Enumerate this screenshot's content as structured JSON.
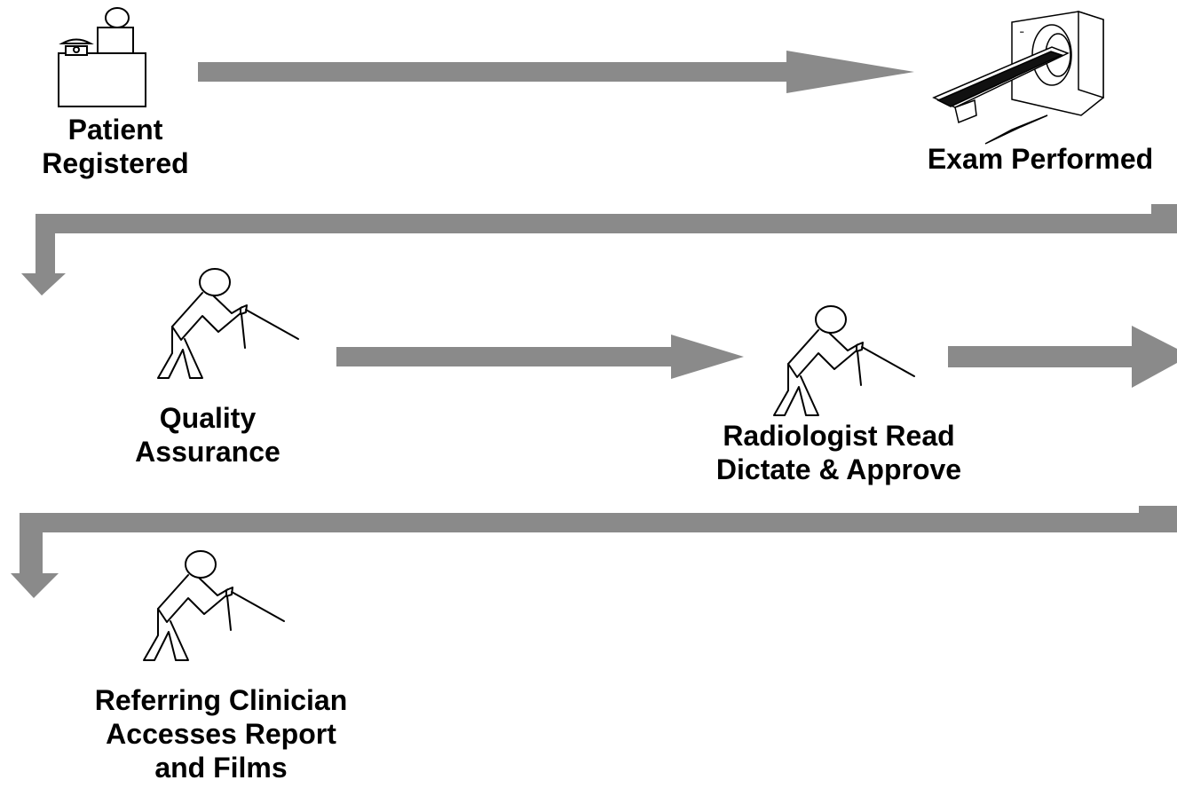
{
  "colors": {
    "arrow": "#8a8a8a",
    "ink": "#000000",
    "background": "#ffffff"
  },
  "steps": [
    {
      "lines": [
        "Patient",
        "Registered"
      ],
      "icon": "receptionist-desk-icon"
    },
    {
      "lines": [
        "Exam Performed"
      ],
      "icon": "ct-scanner-icon"
    },
    {
      "lines": [
        "Quality",
        "Assurance"
      ],
      "icon": "pulling-person-icon"
    },
    {
      "lines": [
        "Radiologist Read",
        "Dictate & Approve"
      ],
      "icon": "pulling-person-icon"
    },
    {
      "lines": [
        "Referring Clinician",
        "Accesses Report",
        "and Films"
      ],
      "icon": "pulling-person-icon"
    }
  ]
}
